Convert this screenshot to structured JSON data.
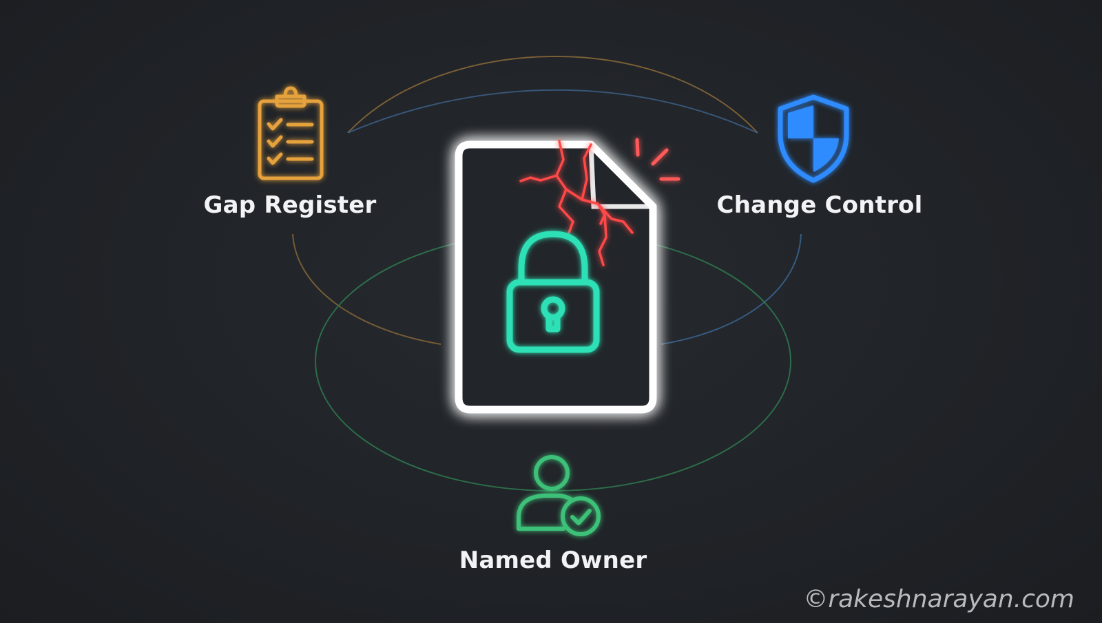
{
  "nodes": {
    "gap_register": {
      "label": "Gap Register",
      "icon": "clipboard-checklist-icon",
      "color": "#e6a23c"
    },
    "change_control": {
      "label": "Change Control",
      "icon": "shield-icon",
      "color": "#2f8cff"
    },
    "named_owner": {
      "label": "Named Owner",
      "icon": "user-check-icon",
      "color": "#3ec178"
    }
  },
  "center": {
    "icon": "cracked-locked-document-icon",
    "document_color": "#ffffff",
    "lock_color": "#2ee0b5",
    "crack_color": "#ff4d4d"
  },
  "watermark": "©rakeshnarayan.com"
}
